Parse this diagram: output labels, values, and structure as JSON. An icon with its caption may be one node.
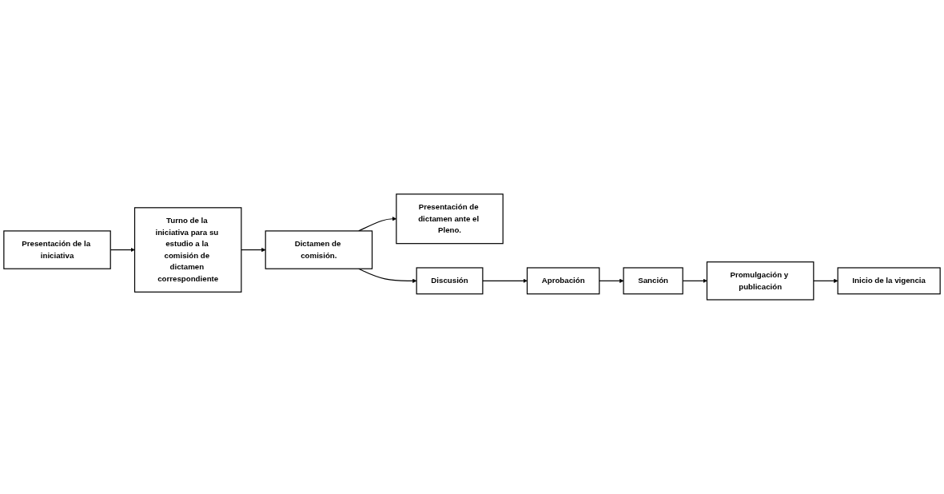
{
  "diagram": {
    "nodes": [
      {
        "text": [
          "Presentación de la iniciativa"
        ]
      },
      {
        "text": [
          "Turno de la iniciativa para su estudio a la comisión de dictamen correspondiente"
        ]
      },
      {
        "text": [
          "Dictamen de comisión."
        ]
      },
      {
        "text": [
          "Presentación de dictamen ante el Pleno."
        ]
      },
      {
        "text": [
          "Discusión"
        ]
      },
      {
        "text": [
          "Aprobación"
        ]
      },
      {
        "text": [
          "Sanción"
        ]
      },
      {
        "text": [
          "Promulgación y publicación"
        ]
      },
      {
        "text": [
          "Inicio de la vigencia"
        ]
      }
    ],
    "edges": [
      {
        "from": 0,
        "to": 1,
        "arrow": "to"
      },
      {
        "from": 1,
        "to": 2,
        "arrow": "to"
      },
      {
        "from": 2,
        "to": 3,
        "arrow": "to"
      },
      {
        "from": 2,
        "to": 4,
        "arrow": "to"
      },
      {
        "from": 4,
        "to": 5,
        "arrow": "to"
      },
      {
        "from": 5,
        "to": 6,
        "arrow": "to"
      },
      {
        "from": 6,
        "to": 7,
        "arrow": "to"
      },
      {
        "from": 7,
        "to": 8,
        "arrow": "to"
      }
    ]
  }
}
